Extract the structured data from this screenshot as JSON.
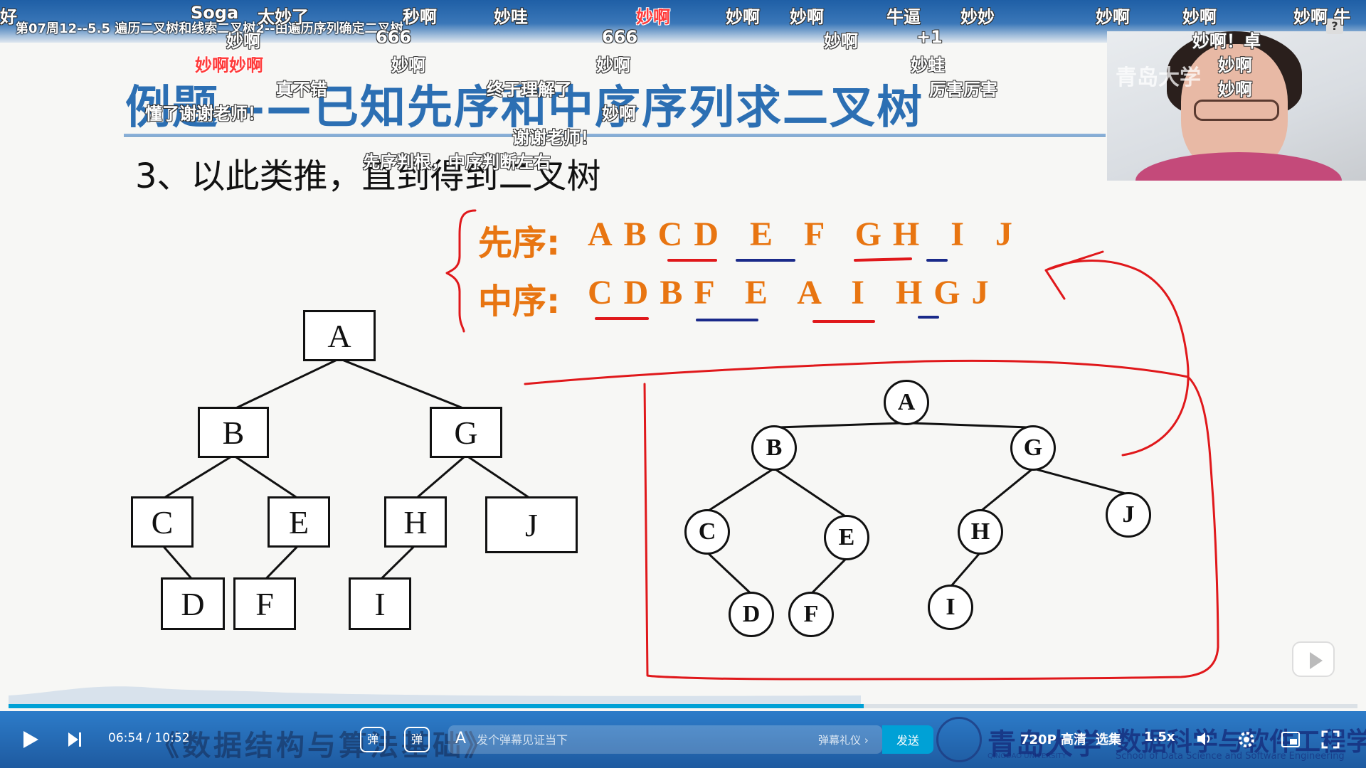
{
  "video": {
    "title": "第07周12--5.5 遍历二叉树和线索二叉树2--由遍历序列确定二叉树"
  },
  "slide": {
    "title": "例题——已知先序和中序序列求二叉树",
    "subtitle": "3、以此类推，直到得到二叉树",
    "preorder_label": "先序:",
    "preorder_sequence": "ABCD E F GH I J",
    "inorder_label": "中序:",
    "inorder_sequence": "CDBF E A I HGJ"
  },
  "box_tree": {
    "nodes": [
      {
        "id": "A",
        "label": "A"
      },
      {
        "id": "B",
        "label": "B"
      },
      {
        "id": "G",
        "label": "G"
      },
      {
        "id": "C",
        "label": "C"
      },
      {
        "id": "E",
        "label": "E"
      },
      {
        "id": "H",
        "label": "H"
      },
      {
        "id": "J",
        "label": "J"
      },
      {
        "id": "D",
        "label": "D"
      },
      {
        "id": "F",
        "label": "F"
      },
      {
        "id": "I",
        "label": "I"
      }
    ],
    "edges": [
      [
        "A",
        "B"
      ],
      [
        "A",
        "G"
      ],
      [
        "B",
        "C"
      ],
      [
        "B",
        "E"
      ],
      [
        "G",
        "H"
      ],
      [
        "G",
        "J"
      ],
      [
        "C",
        "D"
      ],
      [
        "E",
        "F"
      ],
      [
        "H",
        "I"
      ]
    ]
  },
  "circle_tree": {
    "nodes": [
      {
        "id": "A",
        "label": "A"
      },
      {
        "id": "B",
        "label": "B"
      },
      {
        "id": "G",
        "label": "G"
      },
      {
        "id": "C",
        "label": "C"
      },
      {
        "id": "E",
        "label": "E"
      },
      {
        "id": "H",
        "label": "H"
      },
      {
        "id": "J",
        "label": "J"
      },
      {
        "id": "D",
        "label": "D"
      },
      {
        "id": "F",
        "label": "F"
      },
      {
        "id": "I",
        "label": "I"
      }
    ],
    "edges": [
      [
        "A",
        "B"
      ],
      [
        "A",
        "G"
      ],
      [
        "B",
        "C"
      ],
      [
        "B",
        "E"
      ],
      [
        "G",
        "H"
      ],
      [
        "G",
        "J"
      ],
      [
        "C",
        "D"
      ],
      [
        "E",
        "F"
      ],
      [
        "H",
        "I"
      ]
    ]
  },
  "danmaku": [
    {
      "text": "好",
      "color": "white"
    },
    {
      "text": "Soga",
      "color": "white"
    },
    {
      "text": "太妙了",
      "color": "white"
    },
    {
      "text": "秒啊",
      "color": "white"
    },
    {
      "text": "妙哇",
      "color": "white"
    },
    {
      "text": "妙啊",
      "color": "red"
    },
    {
      "text": "妙啊",
      "color": "white"
    },
    {
      "text": "妙啊",
      "color": "white"
    },
    {
      "text": "牛逼",
      "color": "white"
    },
    {
      "text": "妙妙",
      "color": "white"
    },
    {
      "text": "妙啊",
      "color": "white"
    },
    {
      "text": "妙啊",
      "color": "white"
    },
    {
      "text": "妙啊 牛",
      "color": "white"
    },
    {
      "text": "妙啊",
      "color": "white"
    },
    {
      "text": "666",
      "color": "white"
    },
    {
      "text": "666",
      "color": "white"
    },
    {
      "text": "妙啊",
      "color": "white"
    },
    {
      "text": "+1",
      "color": "white"
    },
    {
      "text": "妙啊！卓",
      "color": "white"
    },
    {
      "text": "妙啊妙啊",
      "color": "red"
    },
    {
      "text": "妙啊",
      "color": "white"
    },
    {
      "text": "妙啊",
      "color": "white"
    },
    {
      "text": "妙蛙",
      "color": "white"
    },
    {
      "text": "妙啊",
      "color": "white"
    },
    {
      "text": "真不错",
      "color": "white"
    },
    {
      "text": "终于理解了",
      "color": "white"
    },
    {
      "text": "厉害厉害",
      "color": "white"
    },
    {
      "text": "妙啊",
      "color": "white"
    },
    {
      "text": "懂了谢谢老师！",
      "color": "white"
    },
    {
      "text": "妙啊",
      "color": "white"
    },
    {
      "text": "谢谢老师！",
      "color": "white"
    },
    {
      "text": "先序判根，中序判断左右",
      "color": "white"
    }
  ],
  "webcam": {
    "watermark": "青岛大学"
  },
  "player": {
    "current_time": "06:54",
    "separator": "/",
    "duration": "10:52",
    "progress": 0.634,
    "course_calligraphy": "《数据结构与算法基础》",
    "danmaku_toggle": "弹",
    "danmaku_settings": "弹",
    "danmaku_placeholder": "发个弹幕见证当下",
    "danmaku_etiquette": "弹幕礼仪 ›",
    "send_label": "发送",
    "quality": "720P 高清",
    "episodes": "选集",
    "speed": "1.5x",
    "school_name": "青岛大学",
    "school_en": "QINGDAO UNIVERSITY",
    "college_name": "数据科学与软件工程学院",
    "college_en": "School of Data Science and Software Engineering"
  },
  "colors": {
    "title_blue": "#2c6fb3",
    "sequence_orange": "#e87511",
    "annotation_red": "#e0181b",
    "underline_blue": "#1a2a8a",
    "bilibili_blue": "#00a1d6"
  }
}
